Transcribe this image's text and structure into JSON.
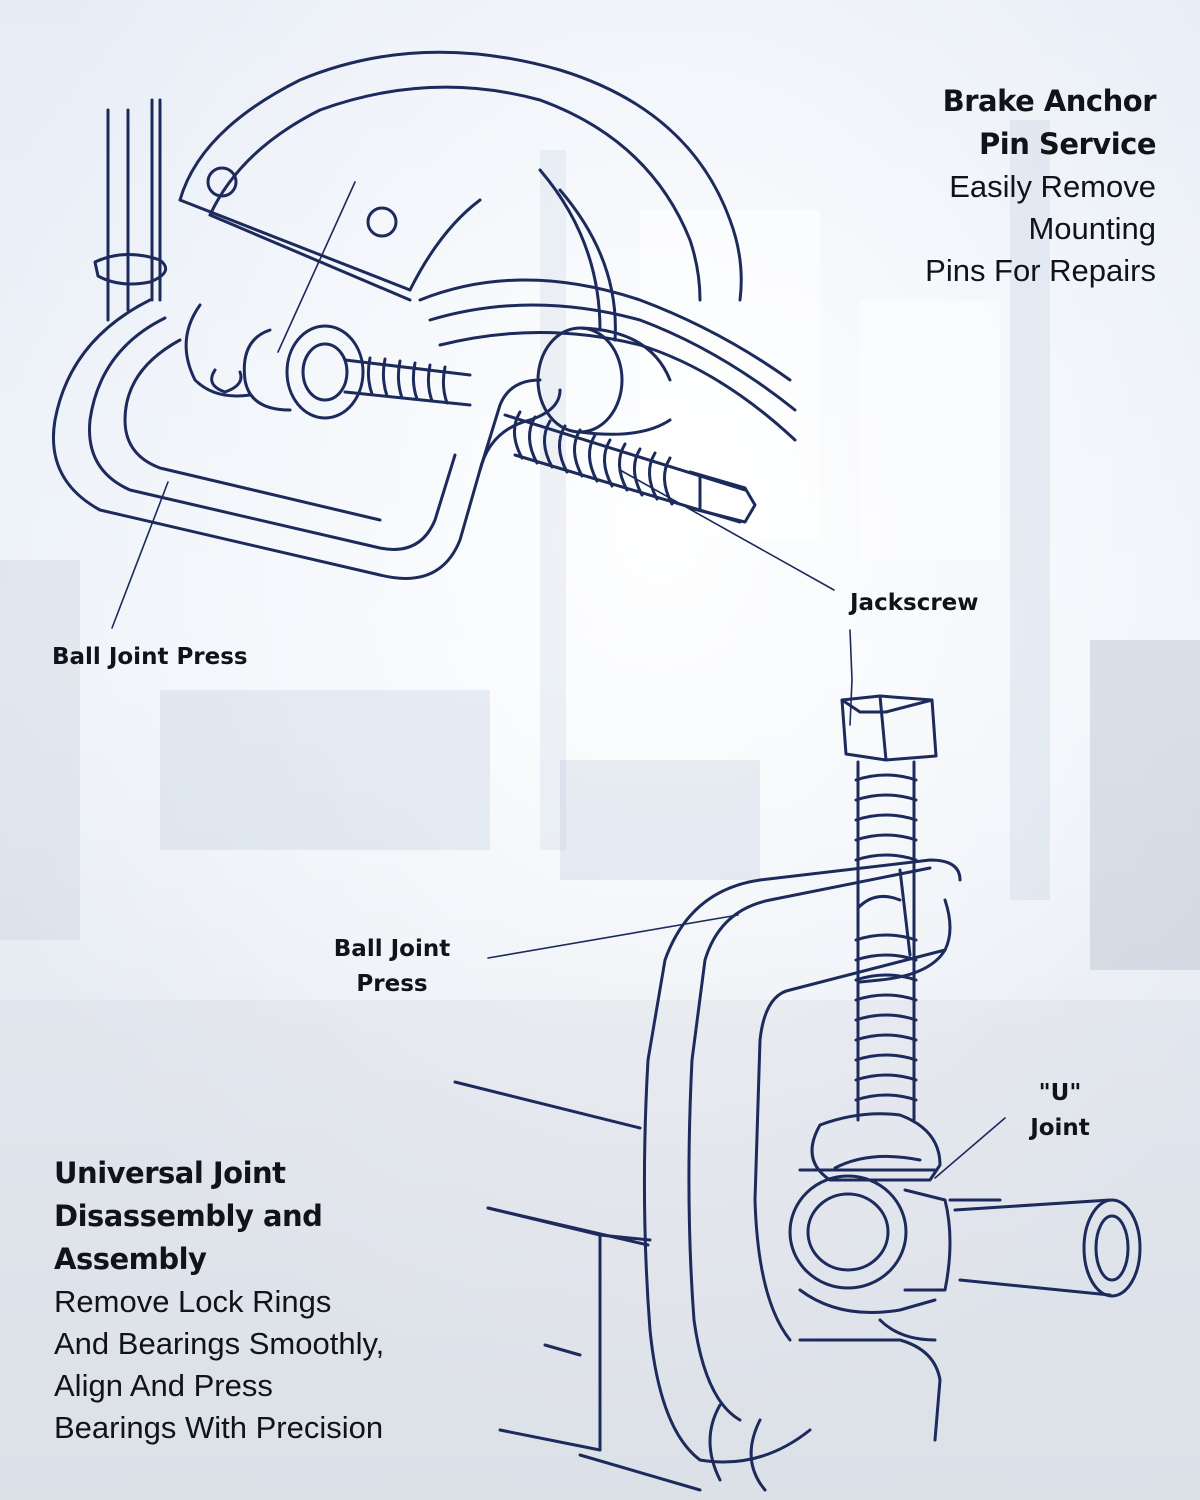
{
  "colors": {
    "ink": "#1c2a5c",
    "text": "#111318",
    "background": "#eef2f8"
  },
  "top_callout": {
    "heading": [
      "Brake Anchor",
      "Pin Service"
    ],
    "body": [
      "Easily Remove",
      "Mounting",
      "Pins For Repairs"
    ]
  },
  "bottom_callout": {
    "heading": [
      "Universal Joint",
      "Disassembly and",
      "Assembly"
    ],
    "body": [
      "Remove Lock Rings",
      "And Bearings Smoothly,",
      "Align And Press",
      "Bearings With Precision"
    ]
  },
  "labels": {
    "ball_joint_press_top": "Ball Joint Press",
    "jackscrew": "Jackscrew",
    "ball_joint_press_mid": [
      "Ball Joint",
      "Press"
    ],
    "u_joint": [
      "\"U\"",
      "Joint"
    ]
  }
}
